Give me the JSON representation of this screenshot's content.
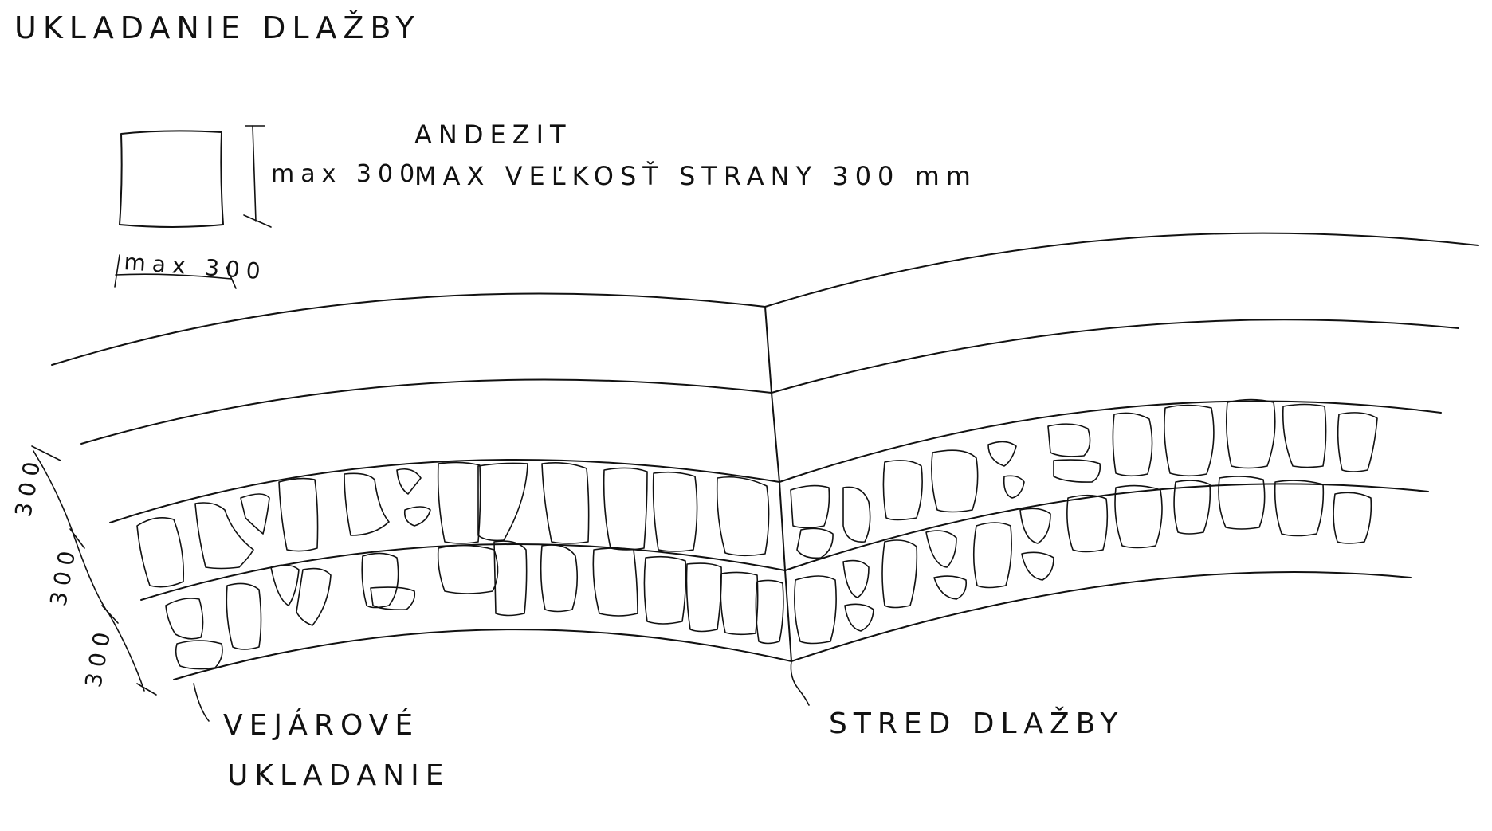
{
  "title": "UKLADANIE DLAŽBY",
  "material": "ANDEZIT",
  "side_dimension_label": "max 300",
  "bottom_dimension_label": "max 300",
  "size_note": "MAX VEĽKOSŤ STRANY 300 mm",
  "row_dimensions": [
    "300",
    "300",
    "300"
  ],
  "fan_laying_label_line1": "VEJÁROVÉ",
  "fan_laying_label_line2": "UKLADANIE",
  "center_label": "STRED DLAŽBY",
  "colors": {
    "ink": "#111111",
    "paper": "#ffffff"
  }
}
